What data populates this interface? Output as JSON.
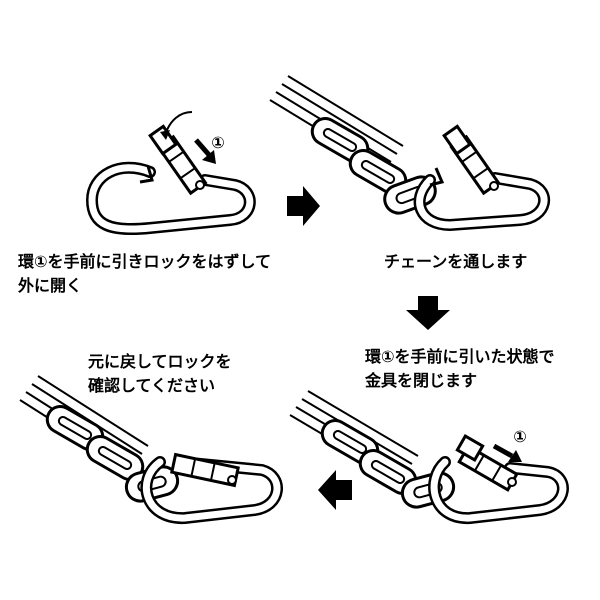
{
  "captions": {
    "step1": [
      "環①を手前に引きロックをはずして",
      "外に開く"
    ],
    "step2": [
      "チェーンを通します"
    ],
    "step3": [
      "環①を手前に引いた状態で",
      "金具を閉じます"
    ],
    "step4": [
      "元に戻してロックを",
      "確認してください"
    ]
  },
  "labels": {
    "ring_marker": "①"
  },
  "icons": {
    "flow_arrows": [
      "arrow-right-icon",
      "arrow-down-icon",
      "arrow-left-icon"
    ]
  },
  "colors": {
    "ink": "#000000",
    "paper": "#ffffff"
  }
}
